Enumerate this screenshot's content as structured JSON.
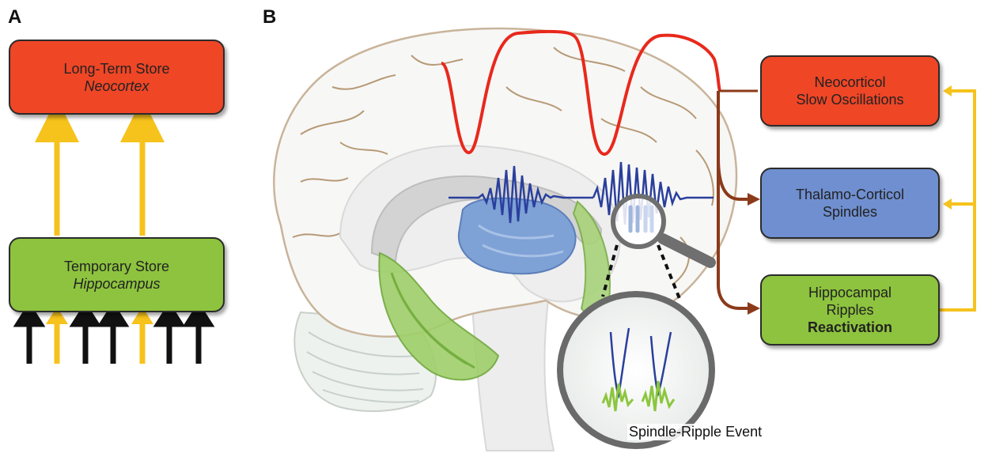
{
  "panel_a": {
    "label": "A",
    "long_term": {
      "title": "Long-Term Store",
      "subtitle": "Neocortex"
    },
    "temporary": {
      "title": "Temporary Store",
      "subtitle": "Hippocampus"
    }
  },
  "panel_b": {
    "label": "B",
    "slow_osc": {
      "line1": "Neocorticol",
      "line2": "Slow Oscillations"
    },
    "spindles": {
      "line1": "Thalamo-Corticol",
      "line2": "Spindles"
    },
    "ripples": {
      "line1": "Hippocampal",
      "line2": "Ripples",
      "line3": "Reactivation"
    },
    "magnifier_caption": "Spindle-Ripple Event"
  },
  "colors": {
    "red_box": "#ef4626",
    "green_box": "#8dc33e",
    "blue_box": "#6f8fd0",
    "yellow_arrow": "#f6c21c",
    "brown_arrow": "#8b3a1a",
    "slow_wave": "#e8291c",
    "spindle_wave": "#2a3f9c"
  }
}
